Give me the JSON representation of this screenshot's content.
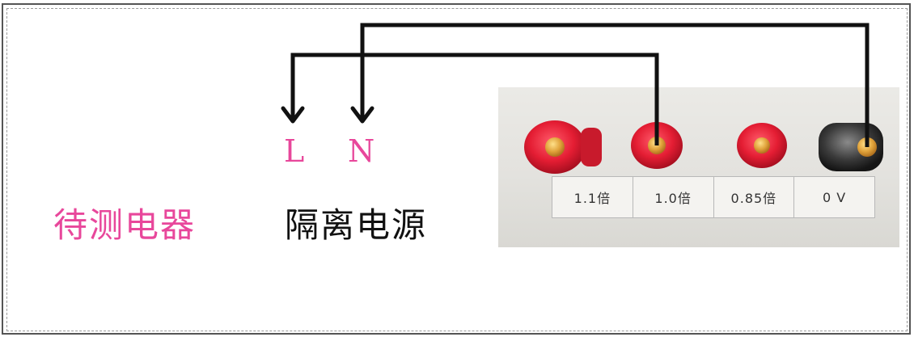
{
  "labels": {
    "live": "L",
    "neutral": "N",
    "device_under_test": "待测电器",
    "isolated_power": "隔离电源"
  },
  "terminals": [
    {
      "label": "1.1倍",
      "color": "#e8233a"
    },
    {
      "label": "1.0倍",
      "color": "#e8233a"
    },
    {
      "label": "0.85倍",
      "color": "#e8233a"
    },
    {
      "label": "0 V",
      "color": "#4a4a4a"
    }
  ],
  "colors": {
    "accent_pink": "#e8479b",
    "wire": "#111111"
  }
}
